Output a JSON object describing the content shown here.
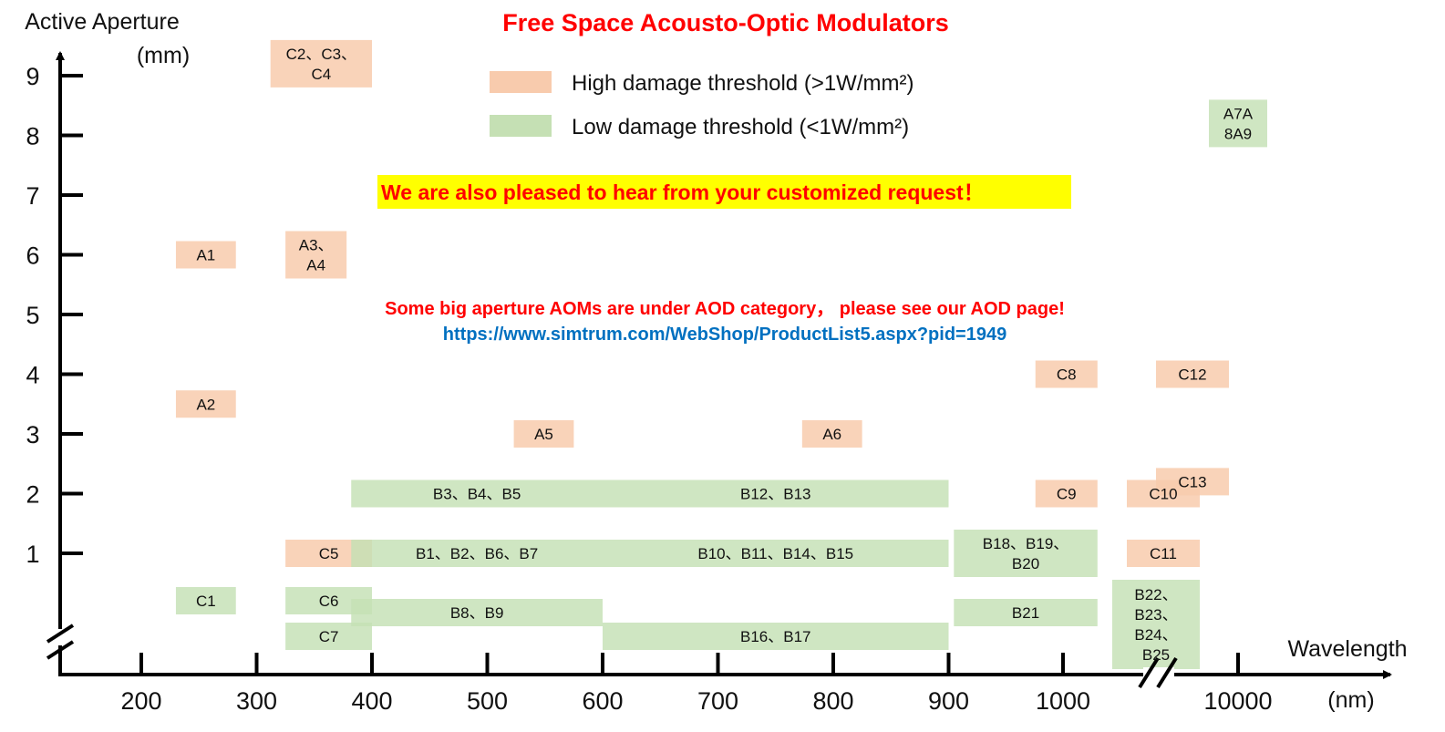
{
  "chart_data": {
    "type": "range-box",
    "title": "Free Space Acousto-Optic Modulators",
    "ylabel": [
      "Active Aperture",
      "(mm)"
    ],
    "xlabel": "Wavelength",
    "xunit": "(nm)",
    "y_ticks": [
      "1",
      "2",
      "3",
      "4",
      "5",
      "6",
      "7",
      "8",
      "9"
    ],
    "x_ticks": [
      "200",
      "300",
      "400",
      "500",
      "600",
      "700",
      "800",
      "900",
      "1000",
      "10000"
    ],
    "ylim": [
      0,
      9
    ],
    "axis_breaks": [
      "x between 1000 and 10000",
      "y below 1"
    ],
    "legend": [
      {
        "label": "High damage threshold (>1W/mm²)",
        "category": "high",
        "color": "#f8cbad"
      },
      {
        "label": "Low damage threshold (<1W/mm²)",
        "category": "low",
        "color": "#c5e0b4"
      }
    ],
    "legend_placement": "top-center",
    "grid": false,
    "colors": {
      "title": "#ff0000",
      "custom_bg": "#ffff00",
      "custom_text": "#ff0000",
      "note": "#ff0000",
      "url": "#0070c0"
    },
    "custom_request": "We are also pleased to hear from your customized request！",
    "note": "Some big aperture AOMs are under AOD category， please see our AOD page!",
    "url": "https://www.simtrum.com/WebShop/ProductList5.aspx?pid=1949",
    "products": [
      {
        "category": "high",
        "labels": [
          "C2、C3、",
          "C4"
        ],
        "x_start": 312,
        "x_end": 400,
        "aperture": 9.2
      },
      {
        "category": "low",
        "labels": [
          "A7A",
          "8A9"
        ],
        "x_start": "~10000",
        "x_end": "~10000",
        "aperture": 8.2
      },
      {
        "category": "high",
        "labels": [
          "A1"
        ],
        "x_start": 230,
        "x_end": 282,
        "aperture": 6
      },
      {
        "category": "high",
        "labels": [
          "A3、",
          "A4"
        ],
        "x_start": 325,
        "x_end": 378,
        "aperture": 6
      },
      {
        "category": "high",
        "labels": [
          "A2"
        ],
        "x_start": 230,
        "x_end": 282,
        "aperture": 3.5
      },
      {
        "category": "high",
        "labels": [
          "A5"
        ],
        "x_start": 523,
        "x_end": 575,
        "aperture": 3
      },
      {
        "category": "high",
        "labels": [
          "A6"
        ],
        "x_start": 773,
        "x_end": 825,
        "aperture": 3
      },
      {
        "category": "high",
        "labels": [
          "C8"
        ],
        "x_start": 976,
        "x_end": 1030,
        "aperture": 4
      },
      {
        "category": "high",
        "labels": [
          "C12"
        ],
        "x_start": "~1070",
        "x_end": "~1120",
        "aperture": 4
      },
      {
        "category": "high",
        "labels": [
          "C9"
        ],
        "x_start": 976,
        "x_end": 1030,
        "aperture": 2
      },
      {
        "category": "high",
        "labels": [
          "C10"
        ],
        "x_start": "~1050",
        "x_end": "~1100",
        "aperture": 2
      },
      {
        "category": "high",
        "labels": [
          "C13"
        ],
        "x_start": "~1070",
        "x_end": "~1120",
        "aperture": 2.2
      },
      {
        "category": "high",
        "labels": [
          "C11"
        ],
        "x_start": "~1050",
        "x_end": "~1100",
        "aperture": 1
      },
      {
        "category": "high",
        "labels": [
          "C5"
        ],
        "x_start": 325,
        "x_end": 400,
        "aperture": 1
      },
      {
        "category": "low",
        "labels": [
          "B3、B4、B5"
        ],
        "x_start": 382,
        "x_end": 600,
        "aperture": 2
      },
      {
        "category": "low",
        "labels": [
          "B12、B13"
        ],
        "x_start": 600,
        "x_end": 900,
        "aperture": 2
      },
      {
        "category": "low",
        "labels": [
          "B1、B2、B6、B7"
        ],
        "x_start": 382,
        "x_end": 600,
        "aperture": 1
      },
      {
        "category": "low",
        "labels": [
          "B10、B11、B14、B15"
        ],
        "x_start": 600,
        "x_end": 900,
        "aperture": 1
      },
      {
        "category": "low",
        "labels": [
          "B18、B19、",
          "B20"
        ],
        "x_start": 905,
        "x_end": 1030,
        "aperture": 1
      },
      {
        "category": "low",
        "labels": [
          "C1"
        ],
        "x_start": 230,
        "x_end": 282,
        "aperture": 0.7
      },
      {
        "category": "low",
        "labels": [
          "C6"
        ],
        "x_start": 325,
        "x_end": 400,
        "aperture": 0.7
      },
      {
        "category": "low",
        "labels": [
          "C7"
        ],
        "x_start": 325,
        "x_end": 400,
        "aperture": 0.4
      },
      {
        "category": "low",
        "labels": [
          "B8、B9"
        ],
        "x_start": 382,
        "x_end": 600,
        "aperture": 0.6
      },
      {
        "category": "low",
        "labels": [
          "B16、B17"
        ],
        "x_start": 600,
        "x_end": 900,
        "aperture": 0.4
      },
      {
        "category": "low",
        "labels": [
          "B21"
        ],
        "x_start": 905,
        "x_end": 1030,
        "aperture": 0.6
      },
      {
        "category": "low",
        "labels": [
          "B22、",
          "B23、",
          "B24、",
          "B25"
        ],
        "x_start": "~1040",
        "x_end": "~1100",
        "aperture": 0.5
      }
    ]
  }
}
